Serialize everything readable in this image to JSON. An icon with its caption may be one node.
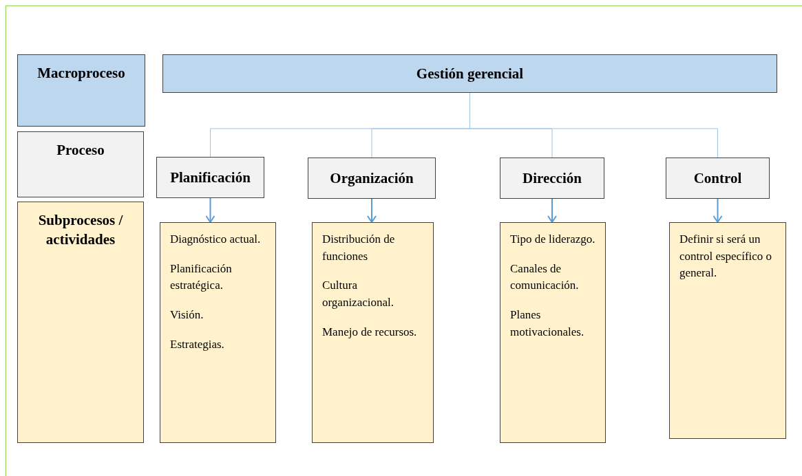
{
  "diagram": {
    "nodes": [
      {
        "text": [
          "Macroproceso"
        ]
      },
      {
        "text": [
          "Proceso"
        ]
      },
      {
        "text": [
          "Subprocesos / actividades"
        ]
      },
      {
        "text": [
          "Gestión gerencial"
        ]
      },
      {
        "text": [
          "Planificación"
        ]
      },
      {
        "text": [
          "Organización"
        ]
      },
      {
        "text": [
          "Dirección"
        ]
      },
      {
        "text": [
          "Control"
        ]
      },
      {
        "text": [
          "Diagnóstico actual.",
          "Planificación estratégica.",
          "Visión.",
          "Estrategias."
        ]
      },
      {
        "text": [
          "Distribución de funciones",
          "Cultura organizacional.",
          "Manejo de recursos."
        ]
      },
      {
        "text": [
          "Tipo de liderazgo.",
          "Canales de comunicación.",
          "Planes motivacionales."
        ]
      },
      {
        "text": [
          "Definir si será un control específico o general."
        ]
      }
    ],
    "edges": [
      {
        "from": 3,
        "to": 4,
        "arrow": "none",
        "color": "#9dc3e6"
      },
      {
        "from": 3,
        "to": 5,
        "arrow": "none",
        "color": "#9dc3e6"
      },
      {
        "from": 3,
        "to": 6,
        "arrow": "none",
        "color": "#9dc3e6"
      },
      {
        "from": 3,
        "to": 7,
        "arrow": "none",
        "color": "#9dc3e6"
      },
      {
        "from": 4,
        "to": 8,
        "arrow": "to",
        "color": "#5b9bd5"
      },
      {
        "from": 5,
        "to": 9,
        "arrow": "to",
        "color": "#5b9bd5"
      },
      {
        "from": 6,
        "to": 10,
        "arrow": "to",
        "color": "#5b9bd5"
      },
      {
        "from": 7,
        "to": 11,
        "arrow": "to",
        "color": "#5b9bd5"
      }
    ]
  }
}
